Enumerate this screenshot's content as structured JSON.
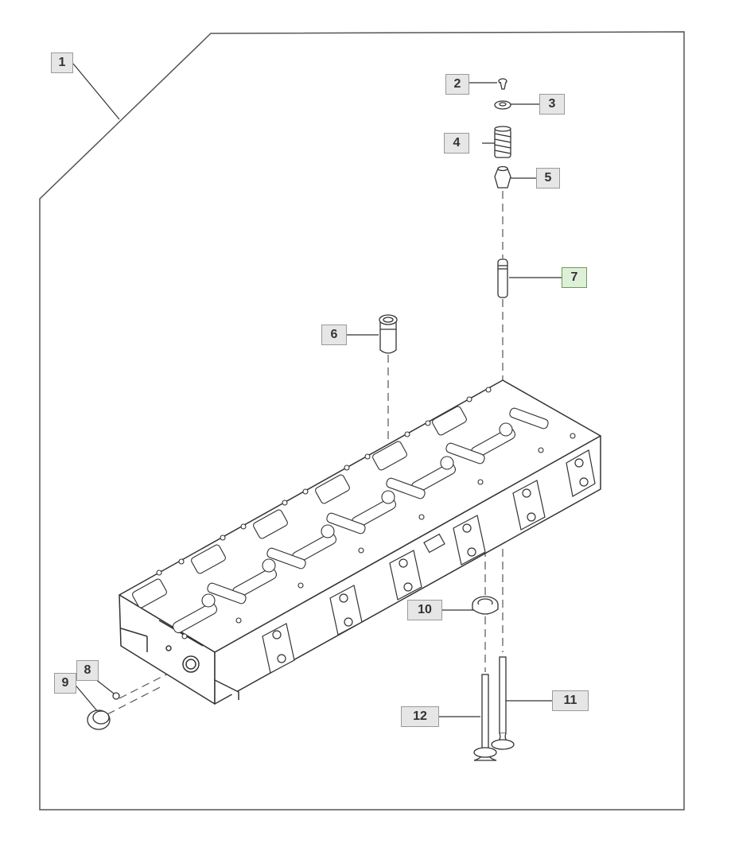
{
  "colors": {
    "line": "#333333",
    "frame": "#555555",
    "callout_bg": "#e6e6e6",
    "active_callout_bg": "#dff0d8"
  },
  "callouts": [
    {
      "id": "c1",
      "label": "1"
    },
    {
      "id": "c2",
      "label": "2"
    },
    {
      "id": "c3",
      "label": "3"
    },
    {
      "id": "c4",
      "label": "4"
    },
    {
      "id": "c5",
      "label": "5"
    },
    {
      "id": "c6",
      "label": "6"
    },
    {
      "id": "c7",
      "label": "7",
      "active": true
    },
    {
      "id": "c8",
      "label": "8"
    },
    {
      "id": "c9",
      "label": "9"
    },
    {
      "id": "c10",
      "label": "10"
    },
    {
      "id": "c11",
      "label": "11"
    },
    {
      "id": "c12",
      "label": "12"
    }
  ]
}
